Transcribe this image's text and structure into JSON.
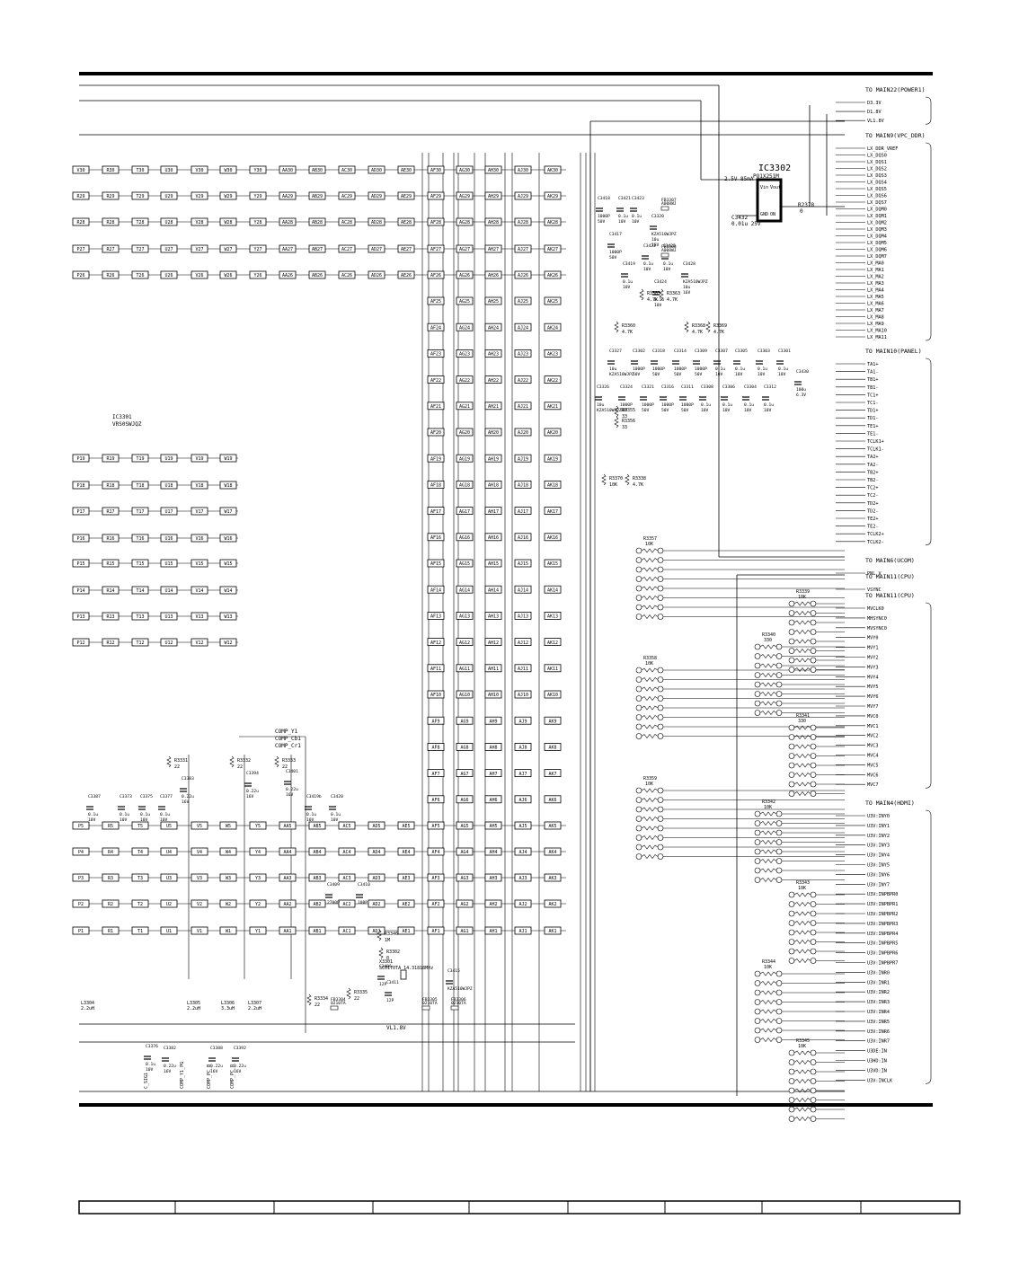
{
  "main_ic": {
    "ref": "IC3301",
    "part": "VRS0SWJQZ"
  },
  "regulator": {
    "ref": "IC3302",
    "part": "PQ1X251M",
    "pins": [
      "Vin",
      "Vout",
      "GND",
      "ON"
    ],
    "input_note": "2.5V 85mA",
    "r_out": {
      "ref": "R2378",
      "value": "0"
    },
    "c_in": {
      "ref": "C3432",
      "value": "0.01u 25V"
    }
  },
  "connectors": [
    {
      "title": "TO MAIN22(POWER1)",
      "pins": [
        "D3.3V",
        "D1.8V",
        "VL1.8V"
      ]
    },
    {
      "title": "TO MAIN9(VPC_DDR)",
      "pins": [
        "LX_DDR_VREF",
        "LX_DQS0",
        "LX_DQS1",
        "LX_DQS2",
        "LX_DQS3",
        "LX_DQS4",
        "LX_DQS5",
        "LX_DQS6",
        "LX_DQS7",
        "LX_DQM0",
        "LX_DQM1",
        "LX_DQM2",
        "LX_DQM3",
        "LX_DQM4",
        "LX_DQM5",
        "LX_DQM6",
        "LX_DQM7",
        "LX_MA0",
        "LX_MA1",
        "LX_MA2",
        "LX_MA3",
        "LX_MA4",
        "LX_MA5",
        "LX_MA6",
        "LX_MA7",
        "LX_MA8",
        "LX_MA9",
        "LX_MA10",
        "LX_MA11"
      ]
    },
    {
      "title": "TO MAIN10(PANEL)",
      "pins": [
        "TA1+",
        "TA1-",
        "TB1+",
        "TB1-",
        "TC1+",
        "TC1-",
        "TD1+",
        "TD1-",
        "TE1+",
        "TE1-",
        "TCLK1+",
        "TCLK1-",
        "TA2+",
        "TA2-",
        "TB2+",
        "TB2-",
        "TC2+",
        "TC2-",
        "TD2+",
        "TD2-",
        "TE2+",
        "TE2-",
        "TCLK2+",
        "TCLK2-"
      ]
    },
    {
      "title": "TO MAIN6(UCOM)",
      "pins": [
        "PNL_V"
      ]
    },
    {
      "title": "TO MAIN11(CPU)",
      "pins": [
        "VSYNC"
      ]
    },
    {
      "title": "TO MAIN11(CPU)",
      "pins": [
        "MVCLK0",
        "MHSYNC0",
        "MVSYNC0",
        "MVY0",
        "MVY1",
        "MVY2",
        "MVY3",
        "MVY4",
        "MVY5",
        "MVY6",
        "MVY7",
        "MVC0",
        "MVC1",
        "MVC2",
        "MVC3",
        "MVC4",
        "MVC5",
        "MVC6",
        "MVC7"
      ]
    },
    {
      "title": "TO MAIN4(HDMI)",
      "pins": [
        "U3V:INY0",
        "U3V:INY1",
        "U3V:INY2",
        "U3V:INY3",
        "U3V:INY4",
        "U3V:INY5",
        "U3V:INY6",
        "U3V:INY7",
        "U3V:INPBPR0",
        "U3V:INPBPR1",
        "U3V:INPBPR2",
        "U3V:INPBPR3",
        "U3V:INPBPR4",
        "U3V:INPBPR5",
        "U3V:INPBPR6",
        "U3V:INPBPR7",
        "U3V:INR0",
        "U3V:INR1",
        "U3V:INR2",
        "U3V:INR3",
        "U3V:INR4",
        "U3V:INR5",
        "U3V:INR6",
        "U3V:INR7",
        "U3DE:IN",
        "U3HD:IN",
        "U3VD:IN",
        "U3V:INCLK"
      ]
    }
  ],
  "pin_grid": {
    "top_rows": [
      [
        "V30",
        "R30",
        "T30",
        "U30",
        "V30",
        "W30",
        "Y30",
        "AA30",
        "AB30",
        "AC30",
        "AD30",
        "AE30",
        "AF30",
        "AG30",
        "AH30",
        "AJ30",
        "AK30"
      ],
      [
        "R29",
        "R29",
        "T29",
        "U29",
        "V29",
        "W29",
        "Y29",
        "AA29",
        "AB29",
        "AC29",
        "AD29",
        "AE29",
        "AF29",
        "AG29",
        "AH29",
        "AJ29",
        "AK29"
      ],
      [
        "R28",
        "R28",
        "T28",
        "U28",
        "V28",
        "W28",
        "Y28",
        "AA28",
        "AB28",
        "AC28",
        "AD28",
        "AE28",
        "AF28",
        "AG28",
        "AH28",
        "AJ28",
        "AK28"
      ],
      [
        "P27",
        "R27",
        "T27",
        "U27",
        "V27",
        "W27",
        "Y27",
        "AA27",
        "AB27",
        "AC27",
        "AD27",
        "AE27",
        "AF27",
        "AG27",
        "AH27",
        "AJ27",
        "AK27"
      ],
      [
        "P26",
        "R26",
        "T26",
        "U26",
        "V26",
        "W26",
        "Y26",
        "AA26",
        "AB26",
        "AC26",
        "AD26",
        "AE26",
        "AF26",
        "AG26",
        "AH26",
        "AJ26",
        "AK26"
      ]
    ],
    "mid_rows": [
      [
        "P19",
        "R19",
        "T19",
        "U19",
        "V19",
        "W19"
      ],
      [
        "P18",
        "R18",
        "T18",
        "U18",
        "V18",
        "W18"
      ],
      [
        "P17",
        "R17",
        "T17",
        "U17",
        "V17",
        "W17"
      ],
      [
        "P16",
        "R16",
        "T16",
        "U16",
        "V16",
        "W16"
      ],
      [
        "P15",
        "R15",
        "T15",
        "U15",
        "V15",
        "W15"
      ],
      [
        "P14",
        "R14",
        "T14",
        "U14",
        "V14",
        "W14"
      ],
      [
        "P13",
        "R13",
        "T13",
        "U13",
        "V13",
        "W13"
      ],
      [
        "P12",
        "R12",
        "T12",
        "U12",
        "V12",
        "W12"
      ]
    ],
    "right_rows": [
      [
        "AF25",
        "AG25",
        "AH25",
        "AJ25",
        "AK25"
      ],
      [
        "AF24",
        "AG24",
        "AH24",
        "AJ24",
        "AK24"
      ],
      [
        "AF23",
        "AG23",
        "AH23",
        "AJ23",
        "AK23"
      ],
      [
        "AF22",
        "AG22",
        "AH22",
        "AJ22",
        "AK22"
      ],
      [
        "AF21",
        "AG21",
        "AH21",
        "AJ21",
        "AK21"
      ],
      [
        "AF20",
        "AG20",
        "AH20",
        "AJ20",
        "AK20"
      ],
      [
        "AF19",
        "AG19",
        "AH19",
        "AJ19",
        "AK19"
      ],
      [
        "AF18",
        "AG18",
        "AH18",
        "AJ18",
        "AK18"
      ],
      [
        "AF17",
        "AG17",
        "AH17",
        "AJ17",
        "AK17"
      ],
      [
        "AF16",
        "AG16",
        "AH16",
        "AJ16",
        "AK16"
      ],
      [
        "AF15",
        "AG15",
        "AH15",
        "AJ15",
        "AK15"
      ],
      [
        "AF14",
        "AG14",
        "AH14",
        "AJ14",
        "AK14"
      ],
      [
        "AF13",
        "AG13",
        "AH13",
        "AJ13",
        "AK13"
      ],
      [
        "AF12",
        "AG12",
        "AH12",
        "AJ12",
        "AK12"
      ],
      [
        "AF11",
        "AG11",
        "AH11",
        "AJ11",
        "AK11"
      ],
      [
        "AF10",
        "AG10",
        "AH10",
        "AJ10",
        "AK10"
      ],
      [
        "AF9",
        "AG9",
        "AH9",
        "AJ9",
        "AK9"
      ],
      [
        "AF8",
        "AG8",
        "AH8",
        "AJ8",
        "AK8"
      ],
      [
        "AF7",
        "AG7",
        "AH7",
        "AJ7",
        "AK7"
      ],
      [
        "AF6",
        "AG6",
        "AH6",
        "AJ6",
        "AK6"
      ]
    ],
    "bottom_rows": [
      [
        "P5",
        "R5",
        "T5",
        "U5",
        "V5",
        "W5",
        "Y5",
        "AA5",
        "AB5",
        "AC5",
        "AD5",
        "AE5",
        "AF5",
        "AG5",
        "AH5",
        "AJ5",
        "AK5"
      ],
      [
        "P4",
        "R4",
        "T4",
        "U4",
        "V4",
        "W4",
        "Y4",
        "AA4",
        "AB4",
        "AC4",
        "AD4",
        "AE4",
        "AF4",
        "AG4",
        "AH4",
        "AJ4",
        "AK4"
      ],
      [
        "P3",
        "R3",
        "T3",
        "U3",
        "V3",
        "W3",
        "Y3",
        "AA3",
        "AB3",
        "AC3",
        "AD3",
        "AE3",
        "AF3",
        "AG3",
        "AH3",
        "AJ3",
        "AK3"
      ],
      [
        "P2",
        "R2",
        "T2",
        "U2",
        "V2",
        "W2",
        "Y2",
        "AA2",
        "AB2",
        "AC2",
        "AD2",
        "AE2",
        "AF2",
        "AG2",
        "AH2",
        "AJ2",
        "AK2"
      ],
      [
        "P1",
        "R1",
        "T1",
        "U1",
        "V1",
        "W1",
        "Y1",
        "AA1",
        "AB1",
        "AC1",
        "AD1",
        "AE1",
        "AF1",
        "AG1",
        "AH1",
        "AJ1",
        "AK1"
      ]
    ]
  },
  "resistor_arrays": [
    {
      "ref": "R3357",
      "value": "10K"
    },
    {
      "ref": "R3358",
      "value": "10K"
    },
    {
      "ref": "R3359",
      "value": "10K"
    },
    {
      "ref": "R3339",
      "value": "10K"
    },
    {
      "ref": "R3340",
      "value": "330"
    },
    {
      "ref": "R3341",
      "value": "330"
    },
    {
      "ref": "R3342",
      "value": "10K"
    },
    {
      "ref": "R3343",
      "value": "10K"
    },
    {
      "ref": "R3344",
      "value": "10K"
    },
    {
      "ref": "R3345",
      "value": "10K"
    }
  ],
  "resistors": [
    {
      "ref": "R3383",
      "value": "4.7K"
    },
    {
      "ref": "R3363",
      "value": "4.7K"
    },
    {
      "ref": "R3360",
      "value": "4.7K"
    },
    {
      "ref": "R3368",
      "value": "4.7K"
    },
    {
      "ref": "R3369",
      "value": "4.7K"
    },
    {
      "ref": "R3355",
      "value": "33"
    },
    {
      "ref": "R3356",
      "value": "33"
    },
    {
      "ref": "R3370",
      "value": "10K"
    },
    {
      "ref": "R3338",
      "value": "4.7K"
    },
    {
      "ref": "R3331",
      "value": "22"
    },
    {
      "ref": "R3332",
      "value": "22"
    },
    {
      "ref": "R3333",
      "value": "22"
    },
    {
      "ref": "R3334",
      "value": "22"
    },
    {
      "ref": "R3335",
      "value": "22"
    },
    {
      "ref": "R3346",
      "value": "1M"
    },
    {
      "ref": "R3302",
      "value": "0"
    }
  ],
  "capacitors": [
    {
      "ref": "C3418",
      "value": "1000P 50V"
    },
    {
      "ref": "C3421",
      "value": "0.1u 10V"
    },
    {
      "ref": "C3423",
      "value": "0.1u 10V"
    },
    {
      "ref": "C3320",
      "value": "KZA510WJPZ 10u 16V"
    },
    {
      "ref": "C3417",
      "value": "1000P 50V"
    },
    {
      "ref": "C3422",
      "value": "0.1u 10V"
    },
    {
      "ref": "C3425",
      "value": "0.1u 10V"
    },
    {
      "ref": "C3419",
      "value": "0.1u 10V"
    },
    {
      "ref": "C3428",
      "value": "KZA510WJPZ 10u 16V"
    },
    {
      "ref": "C3424",
      "value": "0.1u 10V"
    },
    {
      "ref": "C3327",
      "value": "10u KZA510WJPZ"
    },
    {
      "ref": "C3302",
      "value": "1000P 50V"
    },
    {
      "ref": "C3318",
      "value": "1000P 50V"
    },
    {
      "ref": "C3314",
      "value": "1000P 50V"
    },
    {
      "ref": "C3309",
      "value": "1000P 50V"
    },
    {
      "ref": "C3307",
      "value": "0.1u 10V"
    },
    {
      "ref": "C3305",
      "value": "0.1u 10V"
    },
    {
      "ref": "C3303",
      "value": "0.1u 10V"
    },
    {
      "ref": "C3301",
      "value": "0.1u 10V"
    },
    {
      "ref": "C3430",
      "value": "100u 6.3V"
    },
    {
      "ref": "C3326",
      "value": "10u KZA510WJPZ"
    },
    {
      "ref": "C3324",
      "value": "1000P 50V"
    },
    {
      "ref": "C3321",
      "value": "1000P 50V"
    },
    {
      "ref": "C3316",
      "value": "1000P 50V"
    },
    {
      "ref": "C3311",
      "value": "1000P 50V"
    },
    {
      "ref": "C3308",
      "value": "0.1u 10V"
    },
    {
      "ref": "C3306",
      "value": "0.1u 10V"
    },
    {
      "ref": "C3304",
      "value": "0.1u 10V"
    },
    {
      "ref": "C3312",
      "value": "0.1u 10V"
    },
    {
      "ref": "C3383",
      "value": "0.22u 16V"
    },
    {
      "ref": "C3394",
      "value": "0.22u 16V"
    },
    {
      "ref": "C3401",
      "value": "0.22u 16V"
    },
    {
      "ref": "C3387",
      "value": "0.1u 10V"
    },
    {
      "ref": "C3373",
      "value": "0.1u 10V"
    },
    {
      "ref": "C3375",
      "value": "0.1u 10V"
    },
    {
      "ref": "C3377",
      "value": "0.1u 10V"
    },
    {
      "ref": "C3419b",
      "value": "0.1u 10V"
    },
    {
      "ref": "C3420",
      "value": "0.1u 10V"
    },
    {
      "ref": "C3409",
      "value": "2700P"
    },
    {
      "ref": "C3410",
      "value": "100P"
    },
    {
      "ref": "C3406",
      "value": "12P"
    },
    {
      "ref": "C3411",
      "value": "12P"
    },
    {
      "ref": "C3415",
      "value": "KZA510WJPZ"
    },
    {
      "ref": "C3376",
      "value": "0.1u 10V"
    },
    {
      "ref": "C3382",
      "value": "0.22u 16V"
    },
    {
      "ref": "C3388",
      "value": "0.22u 16V"
    },
    {
      "ref": "C3392",
      "value": "0.22u 16V"
    }
  ],
  "ferrites": [
    {
      "ref": "FB3307",
      "value": "A008WJ"
    },
    {
      "ref": "FB3308",
      "value": "A008WJ"
    },
    {
      "ref": "FB3304",
      "value": "0210TA"
    },
    {
      "ref": "FB3305",
      "value": "0210TA"
    },
    {
      "ref": "FB3306",
      "value": "0210TA"
    }
  ],
  "inductors": [
    {
      "ref": "L3304",
      "value": "2.2uH"
    },
    {
      "ref": "L3305",
      "value": "2.2uH"
    },
    {
      "ref": "L3306",
      "value": "3.3uH"
    },
    {
      "ref": "L3307",
      "value": "2.2uH"
    }
  ],
  "crystal": {
    "ref": "X3301",
    "value": "SC0170TA 14.31818MHz"
  },
  "net_labels": {
    "vl18": "VL1.8V",
    "comp": [
      "COMP_Y1",
      "COMP_Cb1",
      "COMP_Cr1"
    ],
    "bottom_vertical": [
      "C_SIG1",
      "COMP_Y1_PG",
      "COMP_PC_B",
      "COMP_PC_R"
    ]
  },
  "footer_cells": [
    "",
    "",
    "",
    "",
    "",
    "",
    "",
    "",
    ""
  ]
}
